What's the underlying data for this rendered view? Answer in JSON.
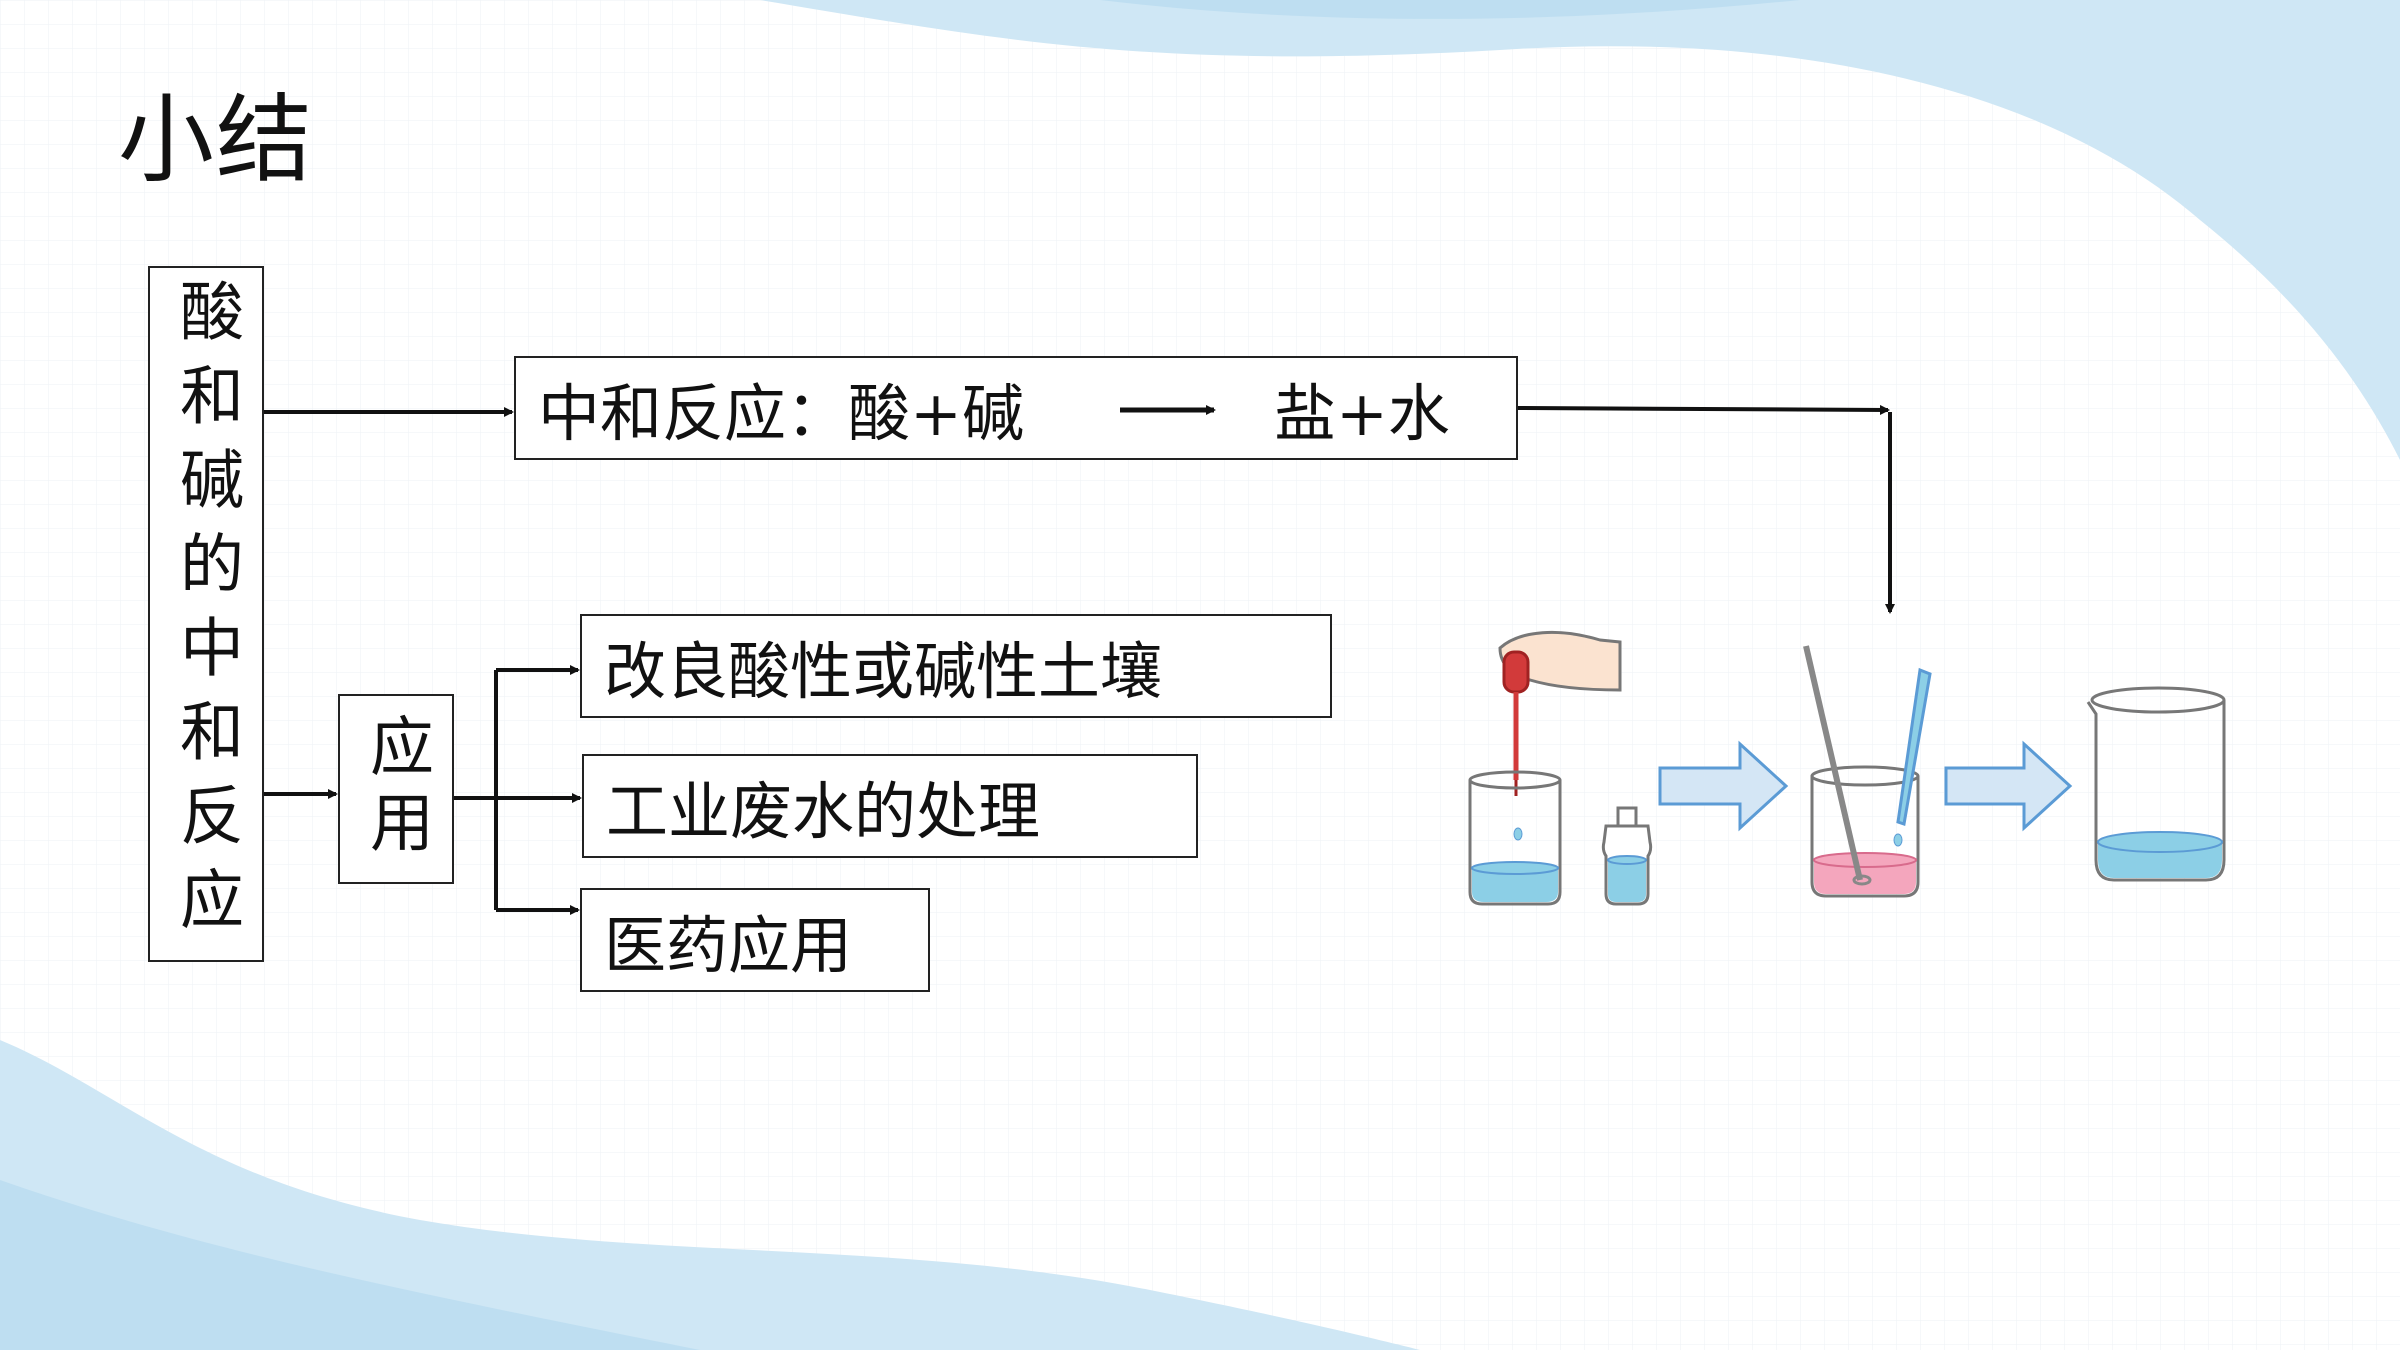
{
  "slide": {
    "title": "小结",
    "topic": "酸和碱的中和反应",
    "reaction_box": {
      "label": "中和反应：酸+碱",
      "products": "盐+水"
    },
    "application_label": "应用",
    "applications": [
      "改良酸性或碱性土壤",
      "工业废水的处理",
      "医药应用"
    ]
  },
  "colors": {
    "wave": "#cfe7f5",
    "wave_dark": "#b3d9ee",
    "liquid_blue": "#8ccfe6",
    "liquid_pink": "#f4a6bd",
    "arrow_fill": "#d4e6f5",
    "arrow_stroke": "#5b9bd5",
    "dropper_red": "#d23a3a"
  }
}
